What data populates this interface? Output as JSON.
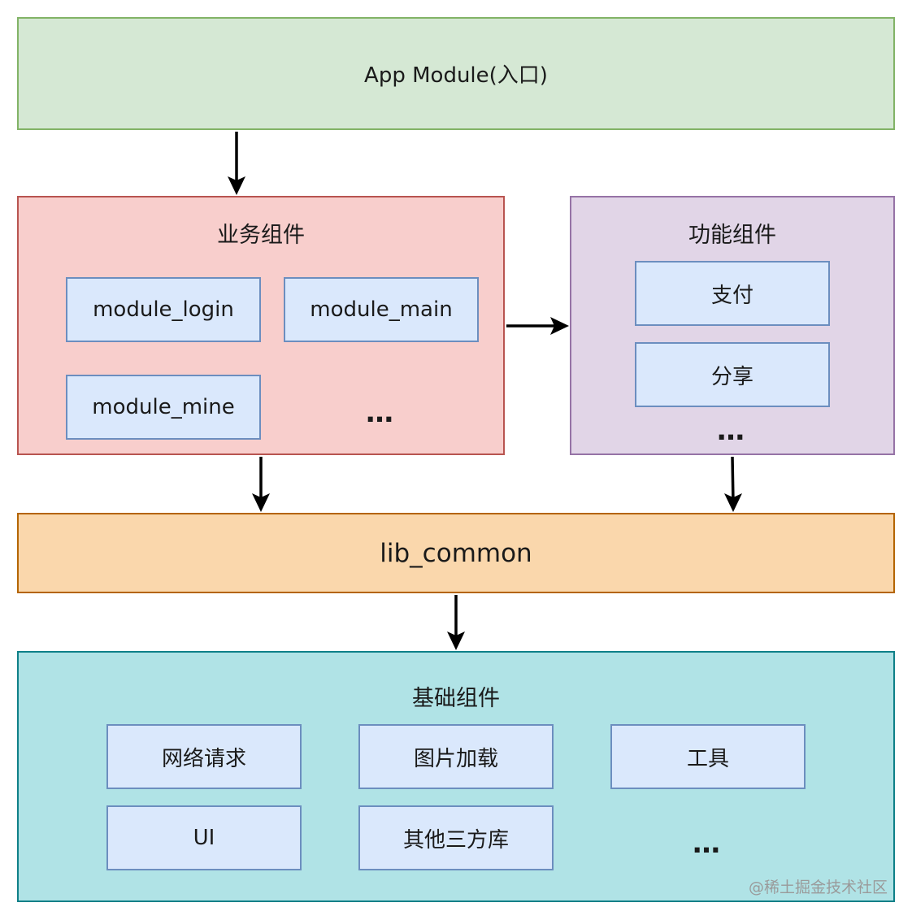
{
  "app_module": {
    "label": "App Module(入口)"
  },
  "business": {
    "title": "业务组件",
    "items": [
      "module_login",
      "module_main",
      "module_mine"
    ],
    "more": "…"
  },
  "function": {
    "title": "功能组件",
    "items": [
      "支付",
      "分享"
    ],
    "more": "…"
  },
  "lib_common": {
    "label": "lib_common"
  },
  "base": {
    "title": "基础组件",
    "items": [
      "网络请求",
      "图片加载",
      "工具",
      "UI",
      "其他三方库"
    ],
    "more": "…"
  },
  "watermark": "@稀土掘金技术社区",
  "colors": {
    "app_fill": "#d5e8d4",
    "app_stroke": "#82b366",
    "business_fill": "#f8cecc",
    "business_stroke": "#b85450",
    "function_fill": "#e1d5e7",
    "function_stroke": "#9673a6",
    "lib_fill": "#fad7ac",
    "lib_stroke": "#b46504",
    "base_fill": "#b0e3e6",
    "base_stroke": "#0e8088",
    "item_fill": "#dae8fc",
    "item_stroke": "#6c8ebf"
  }
}
